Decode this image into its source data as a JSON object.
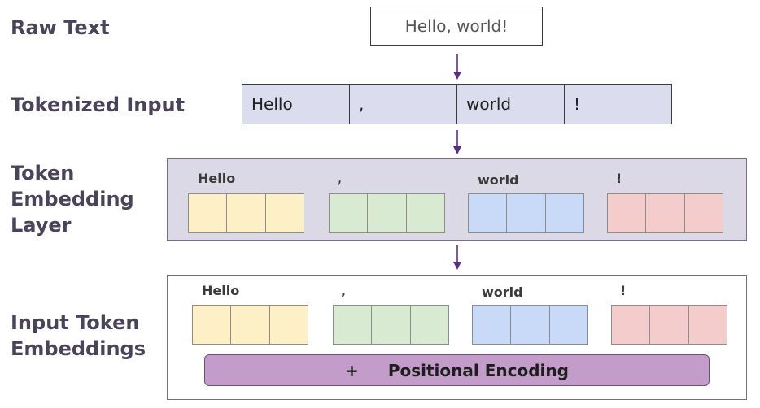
{
  "labels": {
    "raw_text": "Raw Text",
    "tokenized_input": "Tokenized Input",
    "token_embedding_layer": "Token\nEmbedding\nLayer",
    "input_token_embeddings": "Input Token\nEmbeddings"
  },
  "raw_text_value": "Hello, world!",
  "tokens": [
    "Hello",
    ",",
    "world",
    "!"
  ],
  "embedding_layer": {
    "token_labels": [
      "Hello",
      ",",
      "world",
      "!"
    ]
  },
  "input_embeddings": {
    "token_labels": [
      "Hello",
      ",",
      "world",
      "!"
    ],
    "positional": {
      "plus": "+",
      "label": "Positional Encoding"
    }
  },
  "colors": {
    "token_colors": [
      "#fdf0c6",
      "#d9ead3",
      "#c9daf8",
      "#f4cccc"
    ],
    "token_borders": [
      "#e4c77e",
      "#9cc48e",
      "#8fa7d6",
      "#d89c9c"
    ],
    "arrow": "#5a2d82",
    "positional_fill": "#c29dca"
  }
}
